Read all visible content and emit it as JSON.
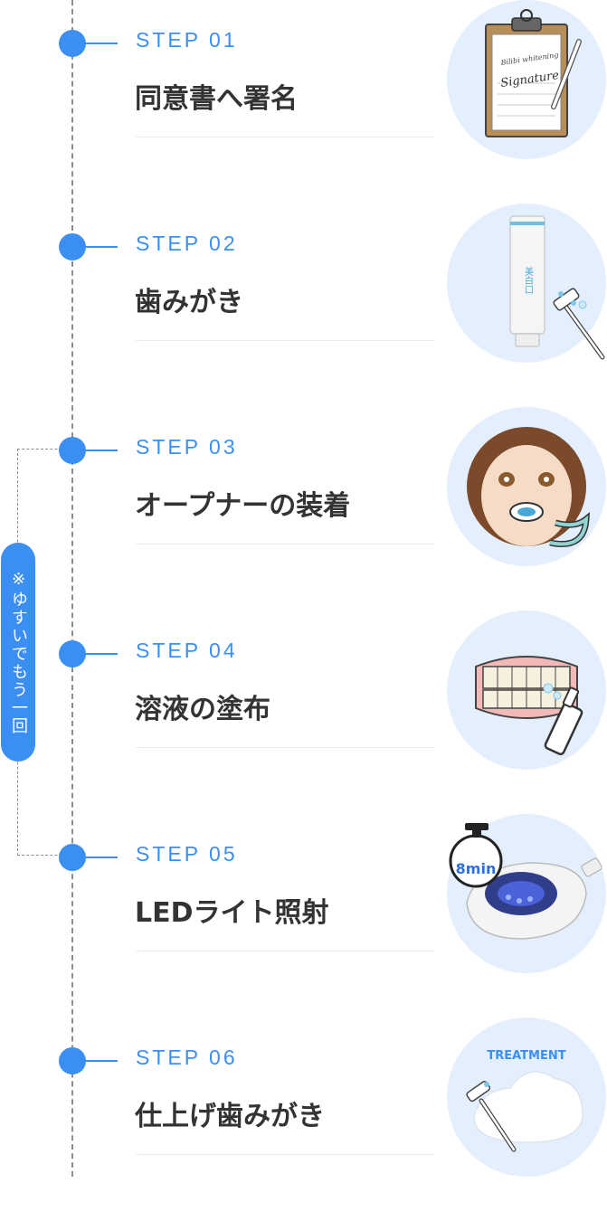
{
  "loop_note": "※ゆすいでもう一回",
  "colors": {
    "accent": "#3b8ff2",
    "title": "#333333",
    "circle_bg": "#e3effd"
  },
  "steps": [
    {
      "label": "STEP 01",
      "title": "同意書へ署名",
      "illustration": "clipboard-signature-icon"
    },
    {
      "label": "STEP 02",
      "title": "歯みがき",
      "illustration": "toothpaste-toothbrush-icon"
    },
    {
      "label": "STEP 03",
      "title": "オープナーの装着",
      "illustration": "mouth-opener-woman-icon"
    },
    {
      "label": "STEP 04",
      "title": "溶液の塗布",
      "illustration": "teeth-solution-icon"
    },
    {
      "label": "STEP 05",
      "title": "LEDライト照射",
      "illustration": "led-light-timer-icon",
      "timer_text": "8min"
    },
    {
      "label": "STEP 06",
      "title": "仕上げ歯みがき",
      "illustration": "treatment-foam-icon",
      "badge_text": "TREATMENT"
    }
  ],
  "illustration_text": {
    "signature_line1": "Bilibi whitening",
    "signature_line2": "Signature",
    "tube_text": "美白口"
  }
}
